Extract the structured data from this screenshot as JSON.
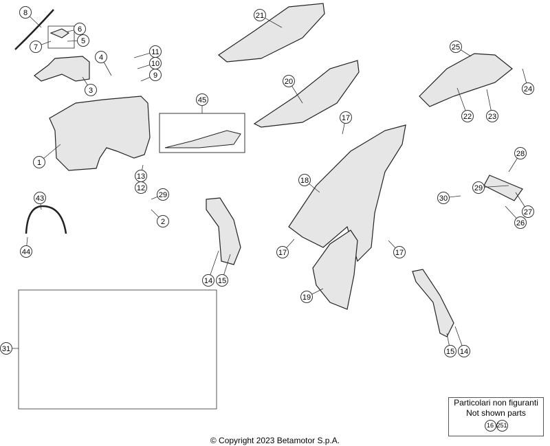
{
  "callouts": [
    "8",
    "6",
    "5",
    "7",
    "3",
    "4",
    "11",
    "10",
    "9",
    "1",
    "13",
    "12",
    "29",
    "2",
    "43",
    "44",
    "14",
    "15",
    "45",
    "21",
    "20",
    "17",
    "18",
    "17",
    "19",
    "17",
    "25",
    "24",
    "22",
    "23",
    "28",
    "30",
    "29",
    "27",
    "26",
    "15",
    "14",
    "31"
  ],
  "not_shown_box": {
    "line1": "Particolari non figuranti",
    "line2": "Not shown parts",
    "parts": [
      "16",
      "251"
    ]
  },
  "copyright": "© Copyright 2023 Betamotor S.p.A."
}
